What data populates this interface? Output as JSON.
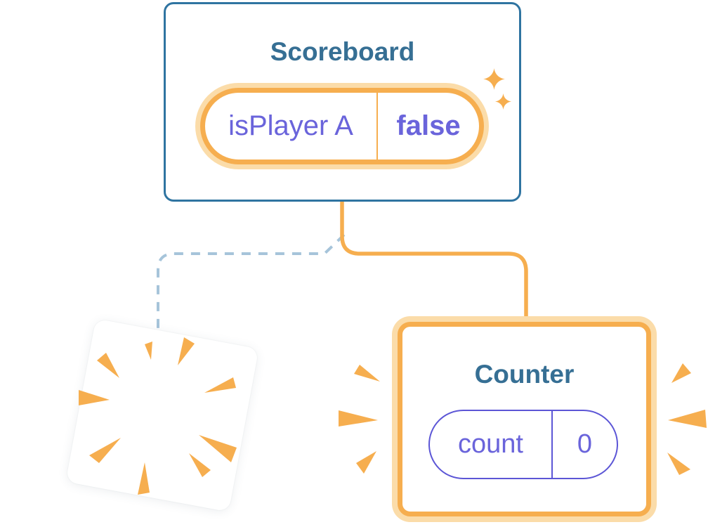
{
  "colors": {
    "card_border_blue": "#2F74A1",
    "title_blue": "#366F94",
    "accent_orange": "#F6AE4F",
    "orange_glow": "#FBDCA9",
    "state_purple": "#6A64DB",
    "pill_border_purple": "#5C56D6",
    "dashed_line_blue": "#A6C4DA",
    "background": "#FFFFFF"
  },
  "scoreboard_card": {
    "title": "Scoreboard",
    "state_pill": {
      "name": "isPlayer A",
      "value": "false"
    }
  },
  "counter_card": {
    "title": "Counter",
    "state_pill": {
      "name": "count",
      "value": "0"
    }
  }
}
